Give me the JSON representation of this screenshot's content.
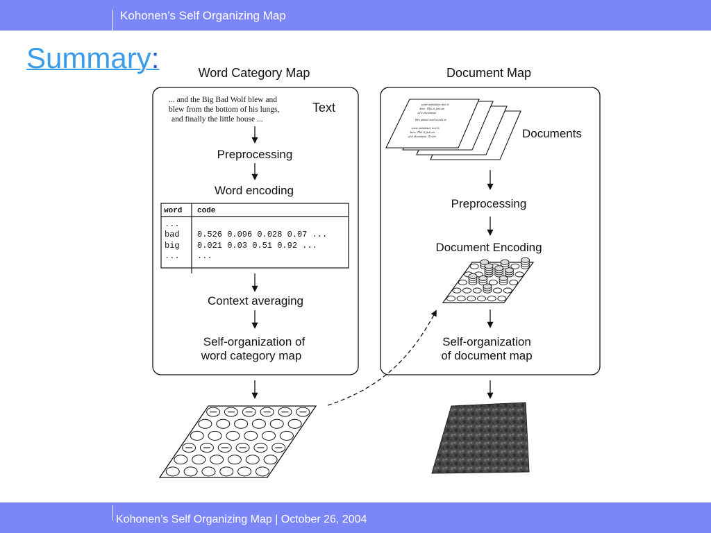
{
  "header": {
    "title": "Kohonen’s Self Organizing Map"
  },
  "slide": {
    "title": "Summary",
    "title_colon": ":"
  },
  "left_panel": {
    "heading": "Word Category Map",
    "text_label": "Text",
    "quote_lines": [
      "... and the Big Bad Wolf blew and",
      "blew from the bottom of his lungs,",
      "and finally the little house ..."
    ],
    "step_preprocessing": "Preprocessing",
    "step_word_encoding": "Word encoding",
    "table": {
      "headers": [
        "word",
        "code"
      ],
      "rows": [
        [
          "...",
          ""
        ],
        [
          "bad",
          "0.526 0.096 0.028 0.07 ..."
        ],
        [
          "big",
          "0.021 0.03 0.51 0.92 ..."
        ],
        [
          "...",
          "..."
        ]
      ]
    },
    "step_context_averaging": "Context averaging",
    "step_self_org_line1": "Self-organization of",
    "step_self_org_line2": "word category map"
  },
  "right_panel": {
    "heading": "Document Map",
    "documents_label": "Documents",
    "doc_text_lines": [
      "some miniature text is",
      "here. This is just an",
      "of a document.",
      "We cannot read words in",
      "some miniature text is",
      "here. This is just an",
      "of a document. To see."
    ],
    "step_preprocessing": "Preprocessing",
    "step_document_encoding": "Document Encoding",
    "step_self_org_line1": "Self-organization",
    "step_self_org_line2": "of document map"
  },
  "footer": {
    "text": "Kohonen’s Self Organizing Map  |  October 26, 2004"
  },
  "colors": {
    "bar": "#7b86f7",
    "title": "#3a9be8",
    "title_colon": "#2255cc"
  }
}
